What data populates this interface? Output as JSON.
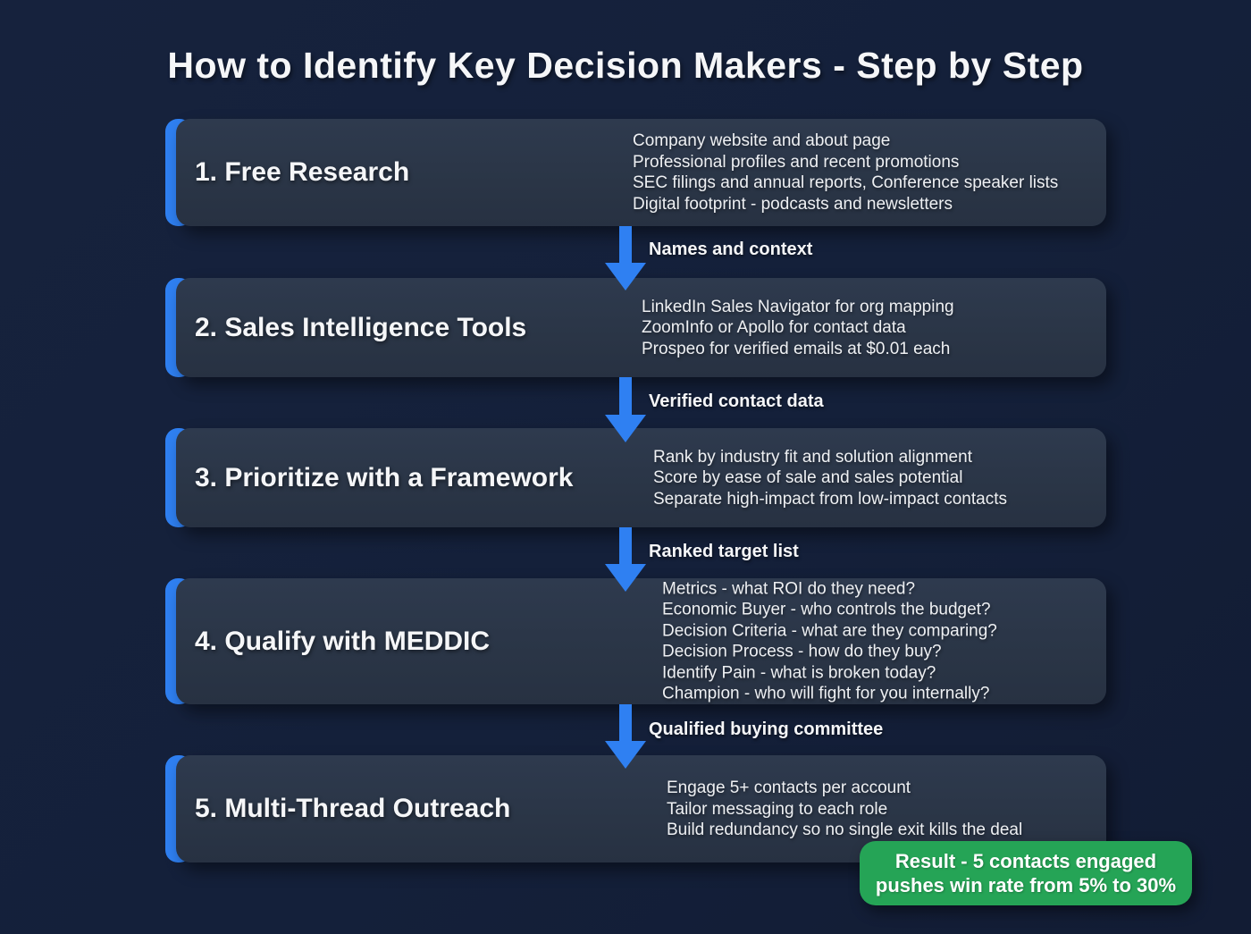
{
  "title": "How to Identify Key Decision Makers - Step by Step",
  "steps": [
    {
      "title": "1. Free Research",
      "details": [
        "Company website and about page",
        "Professional profiles and recent promotions",
        "SEC filings and annual reports, Conference speaker lists",
        "Digital footprint - podcasts and newsletters"
      ],
      "output_label": "Names and context"
    },
    {
      "title": "2. Sales Intelligence Tools",
      "details": [
        "LinkedIn Sales Navigator for org mapping",
        "ZoomInfo or Apollo for contact data",
        "Prospeo for verified emails at $0.01 each"
      ],
      "output_label": "Verified contact data"
    },
    {
      "title": "3. Prioritize with a Framework",
      "details": [
        "Rank by industry fit and solution alignment",
        "Score by ease of sale and sales potential",
        "Separate high-impact from low-impact contacts"
      ],
      "output_label": "Ranked target list"
    },
    {
      "title": "4. Qualify with MEDDIC",
      "details": [
        "Metrics - what ROI do they need?",
        "Economic Buyer - who controls the budget?",
        "Decision Criteria - what are they comparing?",
        "Decision Process - how do they buy?",
        "Identify Pain - what is broken today?",
        "Champion - who will fight for you internally?"
      ],
      "output_label": "Qualified buying committee"
    },
    {
      "title": "5. Multi-Thread Outreach",
      "details": [
        "Engage 5+ contacts per account",
        "Tailor messaging to each role",
        "Build redundancy so no single exit kills the deal"
      ]
    }
  ],
  "result": {
    "lines": [
      "Result - 5 contacts engaged",
      "pushes win rate from 5% to 30%"
    ]
  },
  "colors": {
    "background": "#14203a",
    "card": "#2b3647",
    "accent_blue": "#2f80f2",
    "result_green": "#25a456",
    "text": "#f3f4f6"
  }
}
